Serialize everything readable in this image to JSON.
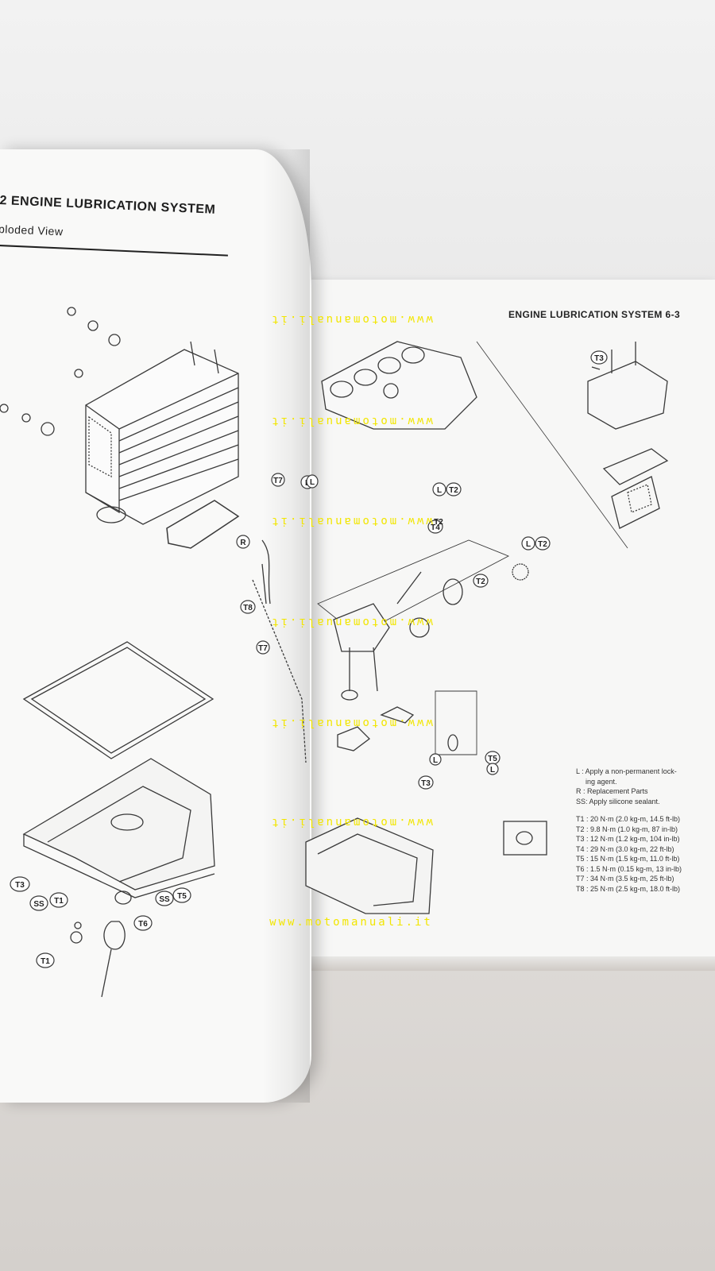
{
  "left_page": {
    "header_title": "2  ENGINE LUBRICATION SYSTEM",
    "header_subtitle": "ploded View",
    "callouts": [
      "T3",
      "SS",
      "T1",
      "SS",
      "T5",
      "T6",
      "T1",
      "T7",
      "L",
      "R",
      "T8",
      "T7"
    ]
  },
  "right_page": {
    "header_title": "ENGINE LUBRICATION SYSTEM  6-3",
    "callouts": [
      "T3",
      "L",
      "T2",
      "L",
      "T2",
      "T4",
      "L",
      "T2",
      "T2",
      "T5",
      "L",
      "L",
      "T3"
    ],
    "legend": {
      "notes": [
        "L : Apply a non-permanent lock-",
        "ing agent.",
        "R : Replacement Parts",
        "SS: Apply silicone sealant."
      ],
      "torques": [
        "T1 : 20 N·m (2.0 kg-m, 14.5 ft-lb)",
        "T2 : 9.8 N·m (1.0 kg-m, 87 in-lb)",
        "T3 : 12 N·m (1.2 kg-m, 104 in-lb)",
        "T4 : 29 N·m (3.0 kg-m, 22 ft-lb)",
        "T5 : 15 N·m (1.5 kg-m, 11.0 ft-lb)",
        "T6 : 1.5 N·m (0.15 kg-m, 13 in-lb)",
        "T7 : 34 N·m (3.5 kg-m, 25 ft-lb)",
        "T8 : 25 N·m (2.5 kg-m, 18.0 ft-lb)"
      ]
    }
  },
  "watermarks": [
    "www.motomanuali.it",
    "www.motomanuali.it",
    "www.motomanuali.it",
    "www.motomanuali.it",
    "www.motomanuali.it",
    "www.motomanuali.it",
    "www.motomanuali.it"
  ]
}
